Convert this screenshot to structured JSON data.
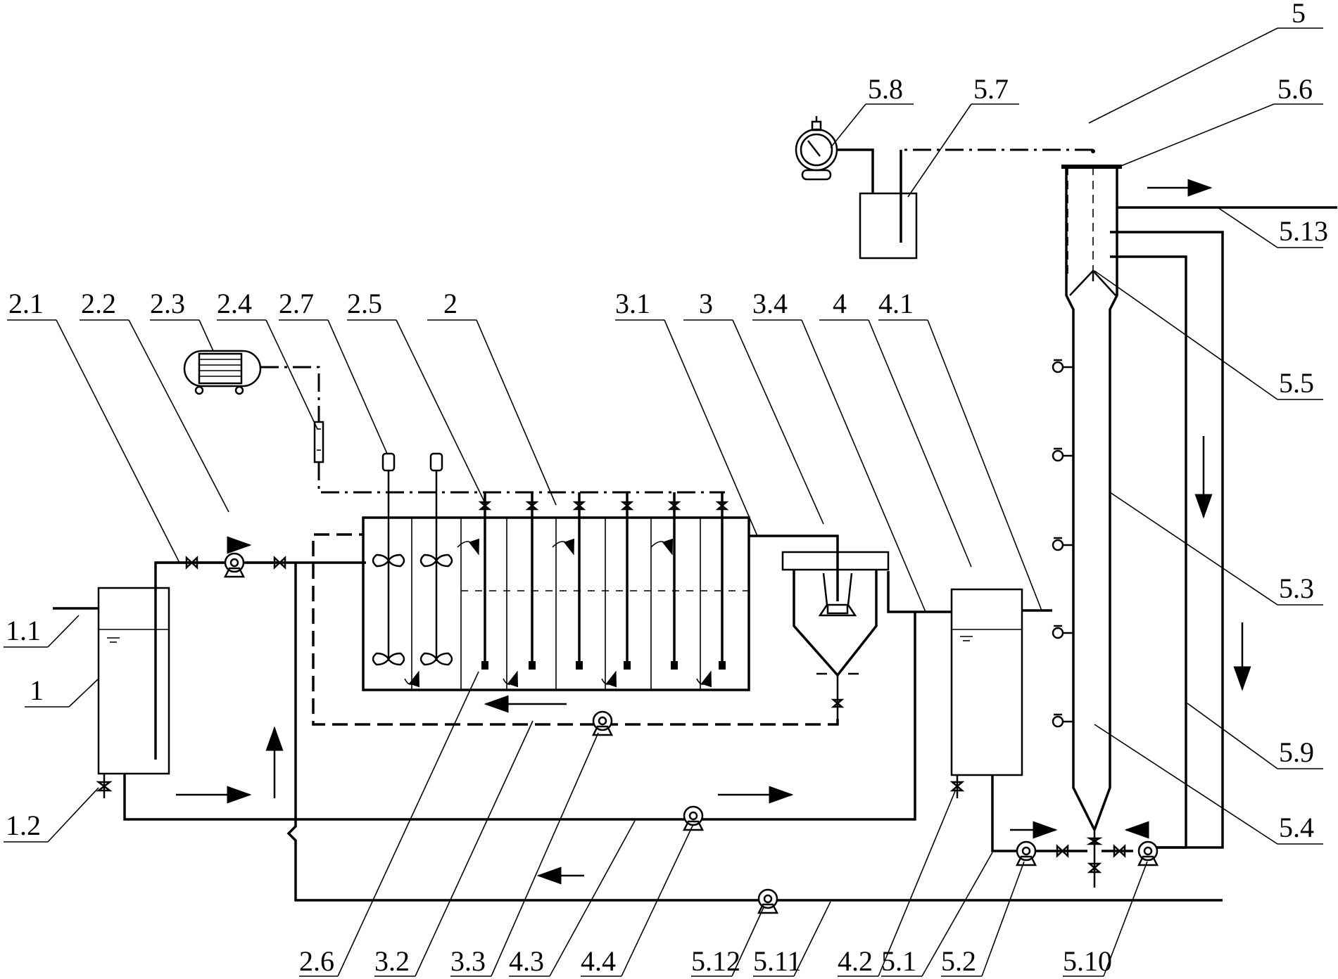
{
  "labels": {
    "l1": "1",
    "l1_1": "1.1",
    "l1_2": "1.2",
    "l2": "2",
    "l2_1": "2.1",
    "l2_2": "2.2",
    "l2_3": "2.3",
    "l2_4": "2.4",
    "l2_5": "2.5",
    "l2_6": "2.6",
    "l2_7": "2.7",
    "l3": "3",
    "l3_1": "3.1",
    "l3_2": "3.2",
    "l3_3": "3.3",
    "l3_4": "3.4",
    "l4": "4",
    "l4_1": "4.1",
    "l4_2": "4.2",
    "l4_3": "4.3",
    "l4_4": "4.4",
    "l5": "5",
    "l5_1": "5.1",
    "l5_2": "5.2",
    "l5_3": "5.3",
    "l5_4": "5.4",
    "l5_5": "5.5",
    "l5_6": "5.6",
    "l5_7": "5.7",
    "l5_8": "5.8",
    "l5_9": "5.9",
    "l5_10": "5.10",
    "l5_11": "5.11",
    "l5_12": "5.12",
    "l5_13": "5.13"
  }
}
